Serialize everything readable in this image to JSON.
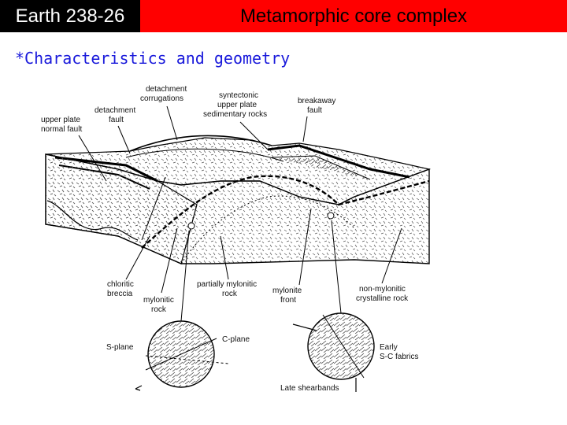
{
  "header": {
    "course": "Earth 238-26",
    "title": "Metamorphic core complex",
    "accent_color": "#ff0000",
    "course_bg": "#000000"
  },
  "subtitle": "*Characteristics and geometry",
  "subtitle_color": "#1a1adb",
  "figure": {
    "labels": {
      "upper_plate_normal_fault": [
        "upper plate",
        "normal fault"
      ],
      "detachment_fault": [
        "detachment",
        "fault"
      ],
      "detachment_corrugations": [
        "detachment",
        "corrugations"
      ],
      "syntectonic": [
        "syntectonic",
        "upper plate",
        "sedimentary rocks"
      ],
      "breakaway_fault": [
        "breakaway",
        "fault"
      ],
      "chloritic_breccia": [
        "chloritic",
        "breccia"
      ],
      "mylonitic_rock": [
        "mylonitic",
        "rock"
      ],
      "partially_mylonitic": [
        "partially mylonitic",
        "rock"
      ],
      "mylonite_front": [
        "mylonite",
        "front"
      ],
      "non_mylonitic": [
        "non-mylonitic",
        "crystalline rock"
      ],
      "s_plane": "S-plane",
      "c_plane": "C-plane",
      "early_sc": [
        "Early",
        "S-C fabrics"
      ],
      "late_shearbands": "Late shearbands"
    }
  }
}
